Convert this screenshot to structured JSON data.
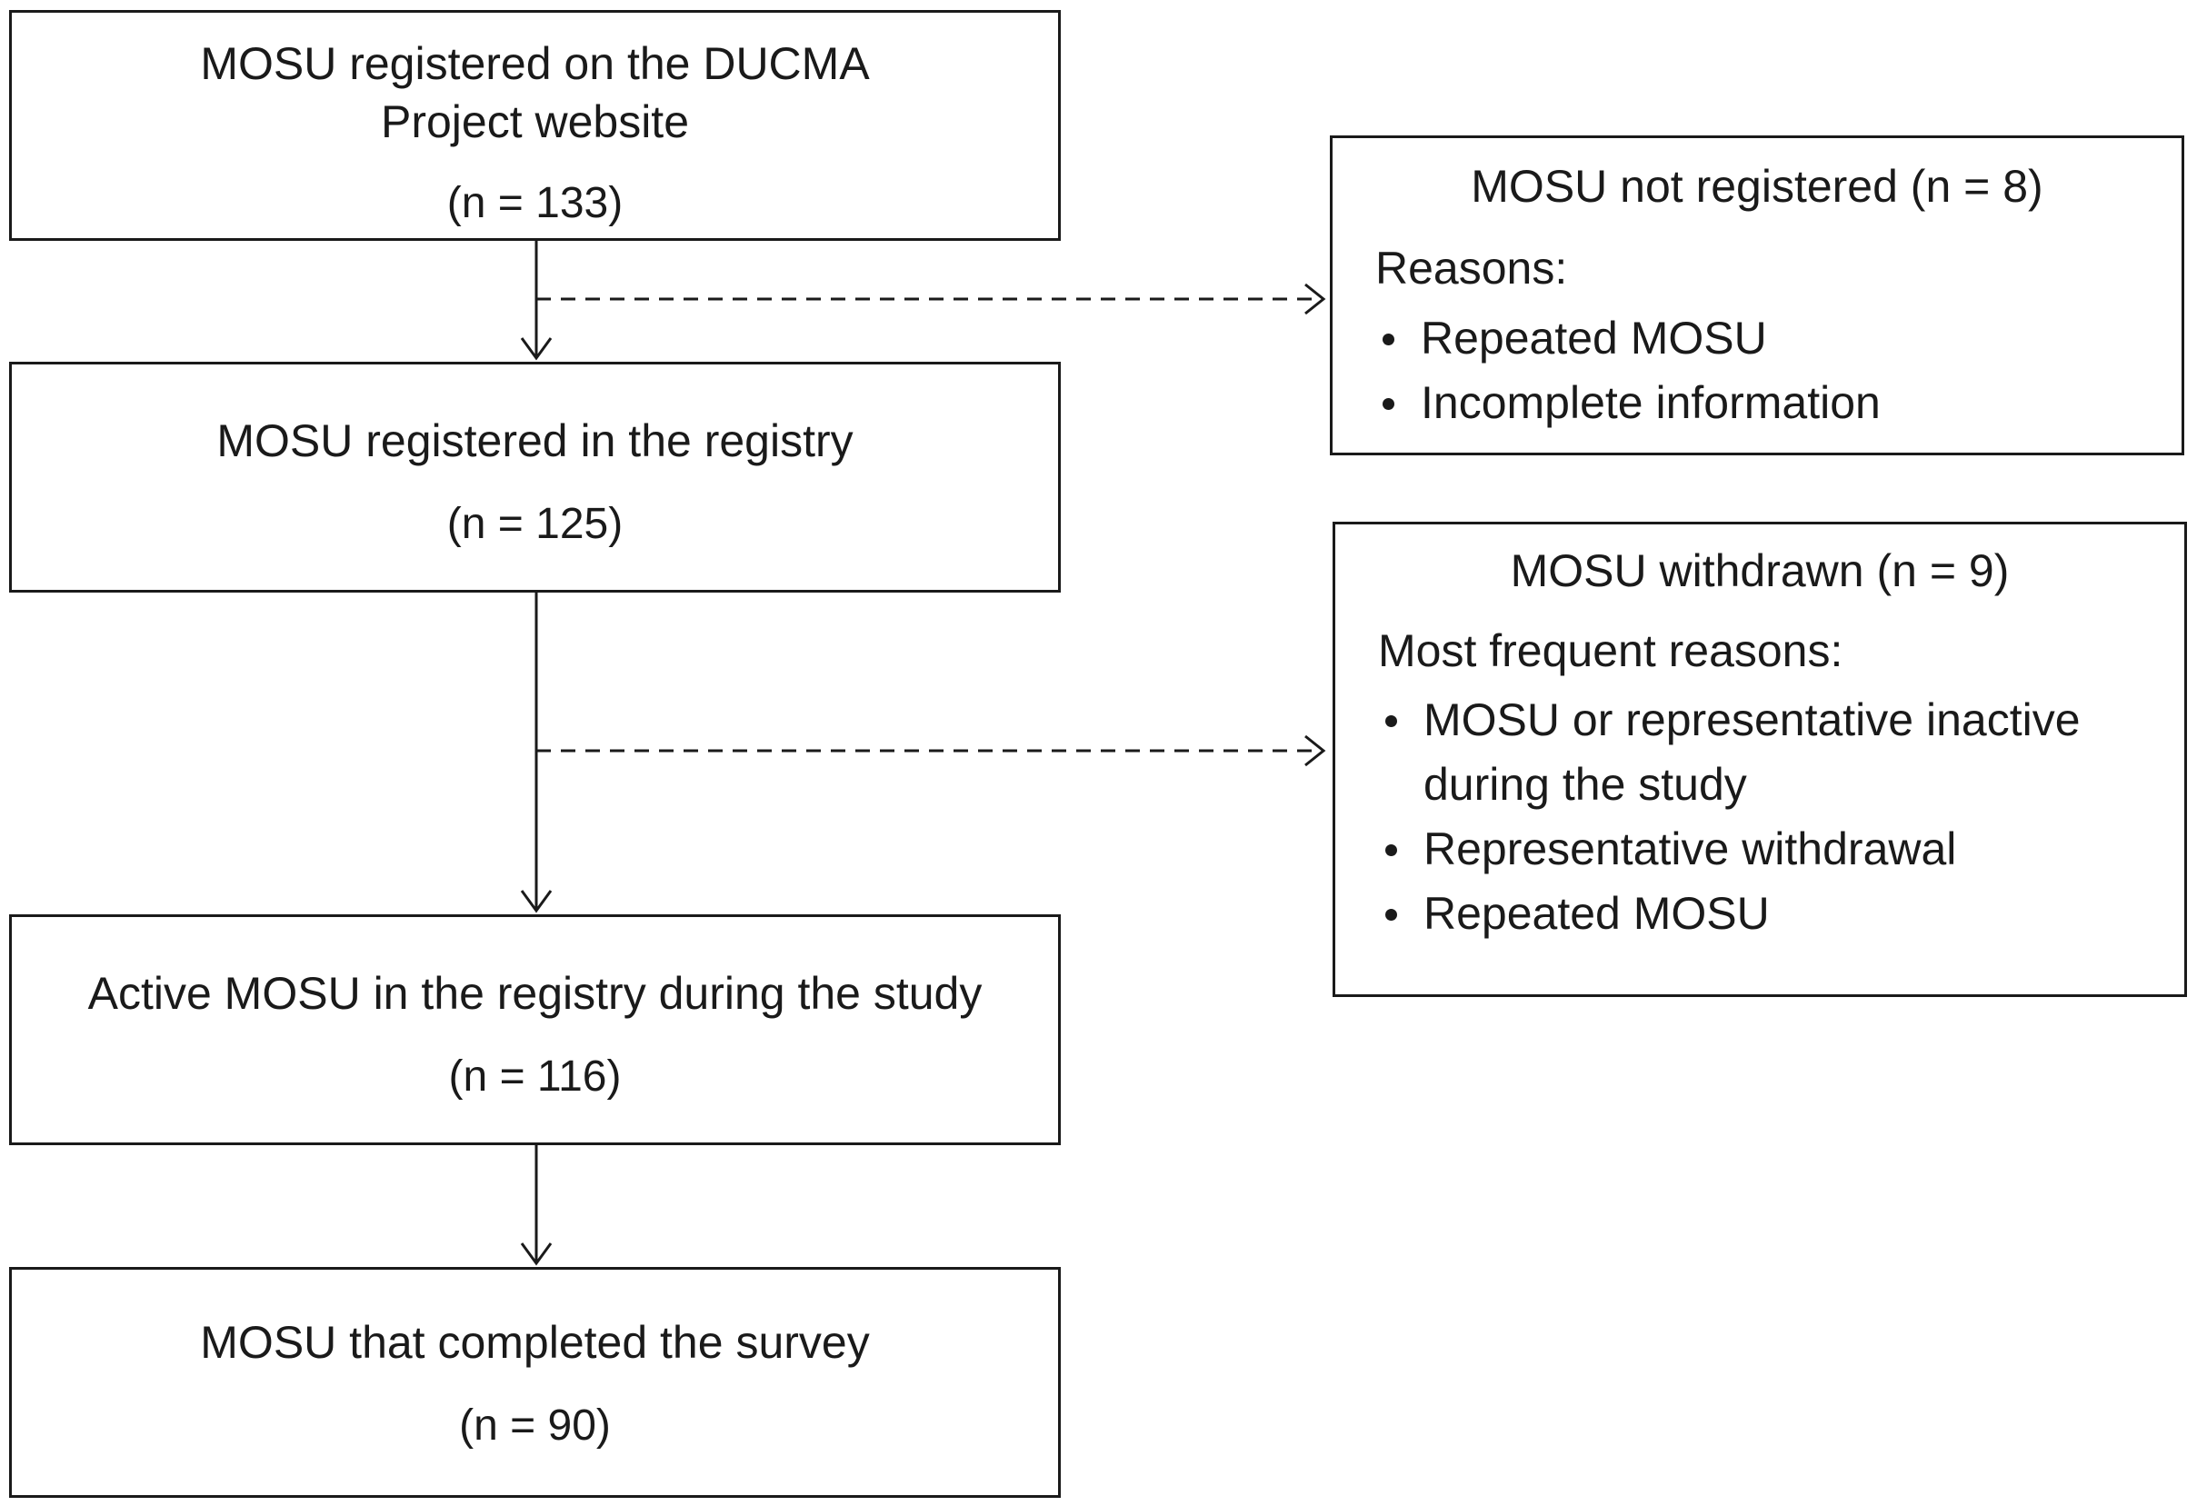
{
  "flowchart": {
    "main_boxes": [
      {
        "title_lines": [
          "MOSU registered on the DUCMA",
          "Project website"
        ],
        "count": "(n = 133)"
      },
      {
        "title_lines": [
          "MOSU registered in the registry"
        ],
        "count": "(n = 125)"
      },
      {
        "title_lines": [
          "Active MOSU in the registry during the study"
        ],
        "count": "(n = 116)"
      },
      {
        "title_lines": [
          "MOSU that completed the survey"
        ],
        "count": "(n = 90)"
      }
    ],
    "side_boxes": [
      {
        "heading": "MOSU not registered (n = 8)",
        "subheading": "Reasons:",
        "items": [
          "Repeated MOSU",
          "Incomplete information"
        ]
      },
      {
        "heading": "MOSU withdrawn (n = 9)",
        "subheading": "Most frequent reasons:",
        "items": [
          "MOSU or representative inactive during the study",
          "Representative withdrawal",
          "Repeated MOSU"
        ]
      }
    ]
  },
  "colors": {
    "line": "#1a1a1a",
    "background": "#ffffff"
  }
}
